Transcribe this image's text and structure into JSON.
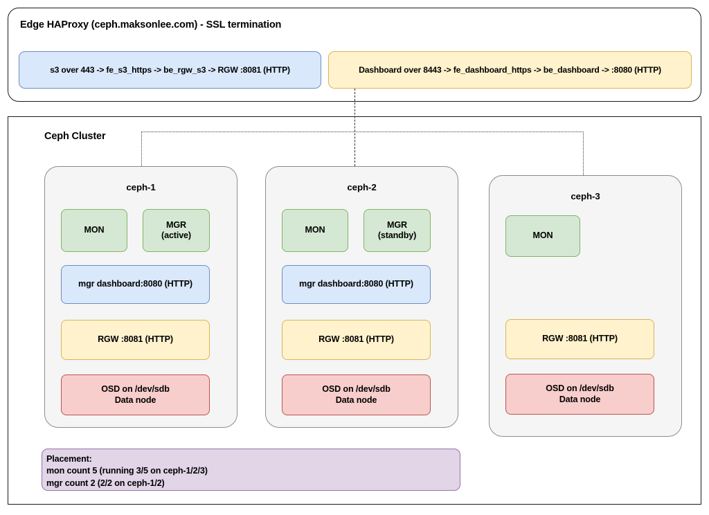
{
  "edge": {
    "title": "Edge HAProxy (ceph.maksonlee.com) - SSL termination",
    "flows": [
      {
        "label": "s3 over 443 -> fe_s3_https -> be_rgw_s3 -> RGW :8081 (HTTP)",
        "color": "#dae8fc"
      },
      {
        "label": "Dashboard over 8443 -> fe_dashboard_https -> be_dashboard -> :8080 (HTTP)",
        "color": "#fff2cc"
      }
    ]
  },
  "cluster": {
    "title": "Ceph Cluster",
    "nodes": [
      {
        "name": "ceph-1",
        "services": {
          "mon": "MON",
          "mgr": "MGR\n(active)",
          "dashboard": "mgr dashboard:8080 (HTTP)",
          "rgw": "RGW :8081 (HTTP)",
          "osd": "OSD on /dev/sdb\nData node"
        }
      },
      {
        "name": "ceph-2",
        "services": {
          "mon": "MON",
          "mgr": "MGR\n(standby)",
          "dashboard": "mgr dashboard:8080 (HTTP)",
          "rgw": "RGW :8081 (HTTP)",
          "osd": "OSD on /dev/sdb\nData node"
        }
      },
      {
        "name": "ceph-3",
        "services": {
          "mon": "MON",
          "rgw": "RGW :8081 (HTTP)",
          "osd": "OSD on /dev/sdb\nData node"
        }
      }
    ],
    "placement": "Placement:\nmon count 5 (running 3/5 on ceph-1/2/3)\nmgr count 2 (2/2 on ceph-1/2)"
  },
  "colors": {
    "green_fill": "#d5e8d4",
    "green_border": "#82b366",
    "blue_fill": "#dae8fc",
    "blue_border": "#6c8ebf",
    "yellow_fill": "#fff2cc",
    "yellow_border": "#d6b656",
    "red_fill": "#f8cecc",
    "red_border": "#b85450",
    "purple_fill": "#e1d5e7",
    "purple_border": "#9673a6",
    "node_fill": "#f5f5f5",
    "node_border": "#8c8c8c"
  }
}
